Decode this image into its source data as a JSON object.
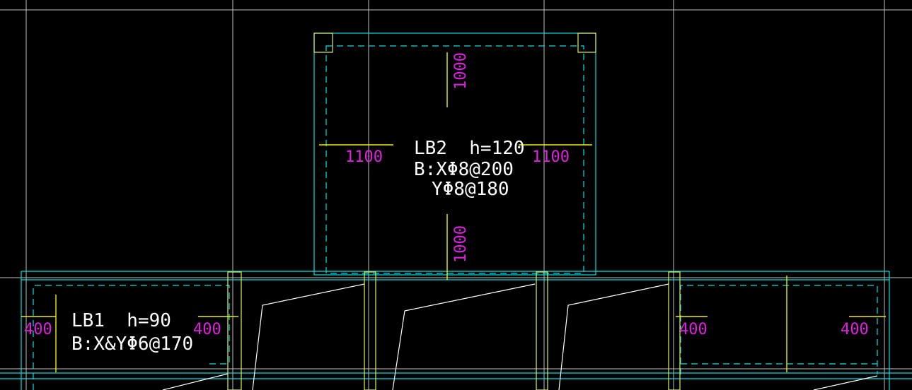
{
  "colors": {
    "background": "#000000",
    "grid": "#bfbfbf",
    "beam": "#00e0e0",
    "column": "#e0f060",
    "rebar": "#f0f000",
    "note_text": "#ffffff",
    "dimension_text": "#e020e0",
    "stair": "#ffffff"
  },
  "slab_lb2": {
    "label_line1": "LB2  h=120",
    "label_line2": "B:XΦ8@200",
    "label_line3": "YΦ8@180",
    "dim_top": "1000",
    "dim_bottom": "1000",
    "dim_left": "1100",
    "dim_right": "1100"
  },
  "slab_lb1": {
    "label_line1": "LB1  h=90",
    "label_line2": "B:X&YΦ6@170",
    "dim_left": "400",
    "dim_right": "400"
  },
  "slab_right": {
    "dim_left": "400",
    "dim_right": "400"
  }
}
